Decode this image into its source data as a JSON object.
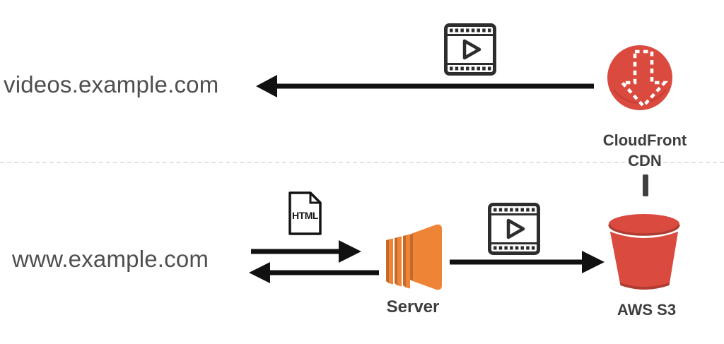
{
  "diagram": {
    "top_flow": {
      "domain": "videos.example.com",
      "cdn_label_line1": "CloudFront",
      "cdn_label_line2": "CDN"
    },
    "bottom_flow": {
      "domain": "www.example.com",
      "html_badge": "HTML",
      "server_label": "Server",
      "s3_label": "AWS S3"
    },
    "icons": {
      "video_file": "film-frame-with-play-triangle",
      "html_document": "page-with-folded-corner",
      "cloudfront": "red-circle-with-dashed-down-arrow",
      "server": "aws-ec2-orange-instance",
      "s3": "red-bucket"
    },
    "colors": {
      "aws_red": "#DB4A3F",
      "aws_red_dark": "#AF3C31",
      "aws_orange": "#EE8435",
      "aws_orange_dark": "#C4682C",
      "arrow_ink": "#111111",
      "icon_ink": "#2d2d2d",
      "label_text": "#3e3e3e",
      "domain_text": "#4f4f4f",
      "separator": "#e2e2e2",
      "connector": "#3f3f3f"
    }
  }
}
